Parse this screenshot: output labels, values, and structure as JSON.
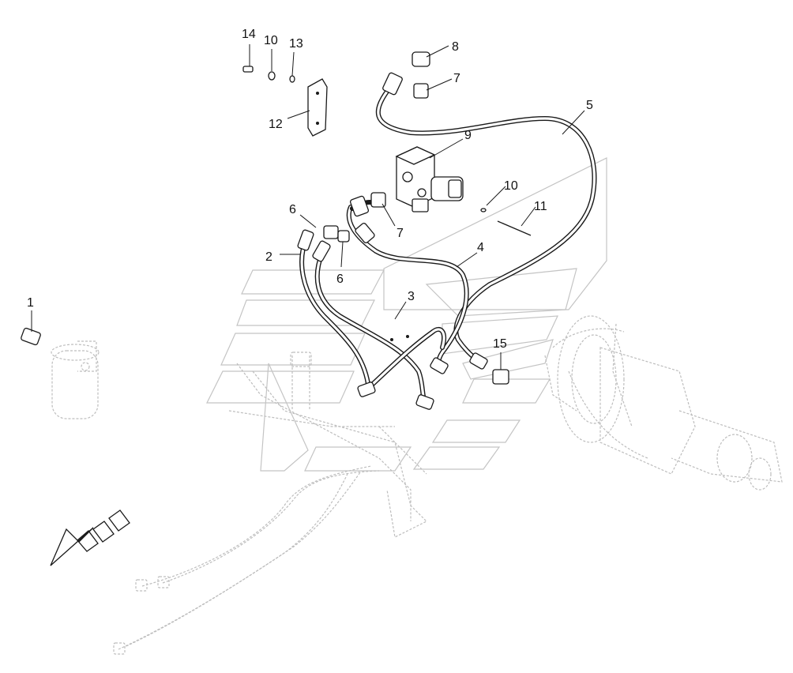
{
  "callouts": [
    {
      "id": "c1",
      "text": "1"
    },
    {
      "id": "c2",
      "text": "2"
    },
    {
      "id": "c3",
      "text": "3"
    },
    {
      "id": "c4",
      "text": "4"
    },
    {
      "id": "c5",
      "text": "5"
    },
    {
      "id": "c6a",
      "text": "6"
    },
    {
      "id": "c6b",
      "text": "6"
    },
    {
      "id": "c7a",
      "text": "7"
    },
    {
      "id": "c7b",
      "text": "7"
    },
    {
      "id": "c8",
      "text": "8"
    },
    {
      "id": "c9",
      "text": "9"
    },
    {
      "id": "c10a",
      "text": "10"
    },
    {
      "id": "c10b",
      "text": "10"
    },
    {
      "id": "c11",
      "text": "11"
    },
    {
      "id": "c12",
      "text": "12"
    },
    {
      "id": "c13",
      "text": "13"
    },
    {
      "id": "c14",
      "text": "14"
    },
    {
      "id": "c15",
      "text": "15"
    }
  ],
  "colors": {
    "line": "#1a1a1a",
    "ghost": "#bdbdbd",
    "background": "#ffffff"
  }
}
